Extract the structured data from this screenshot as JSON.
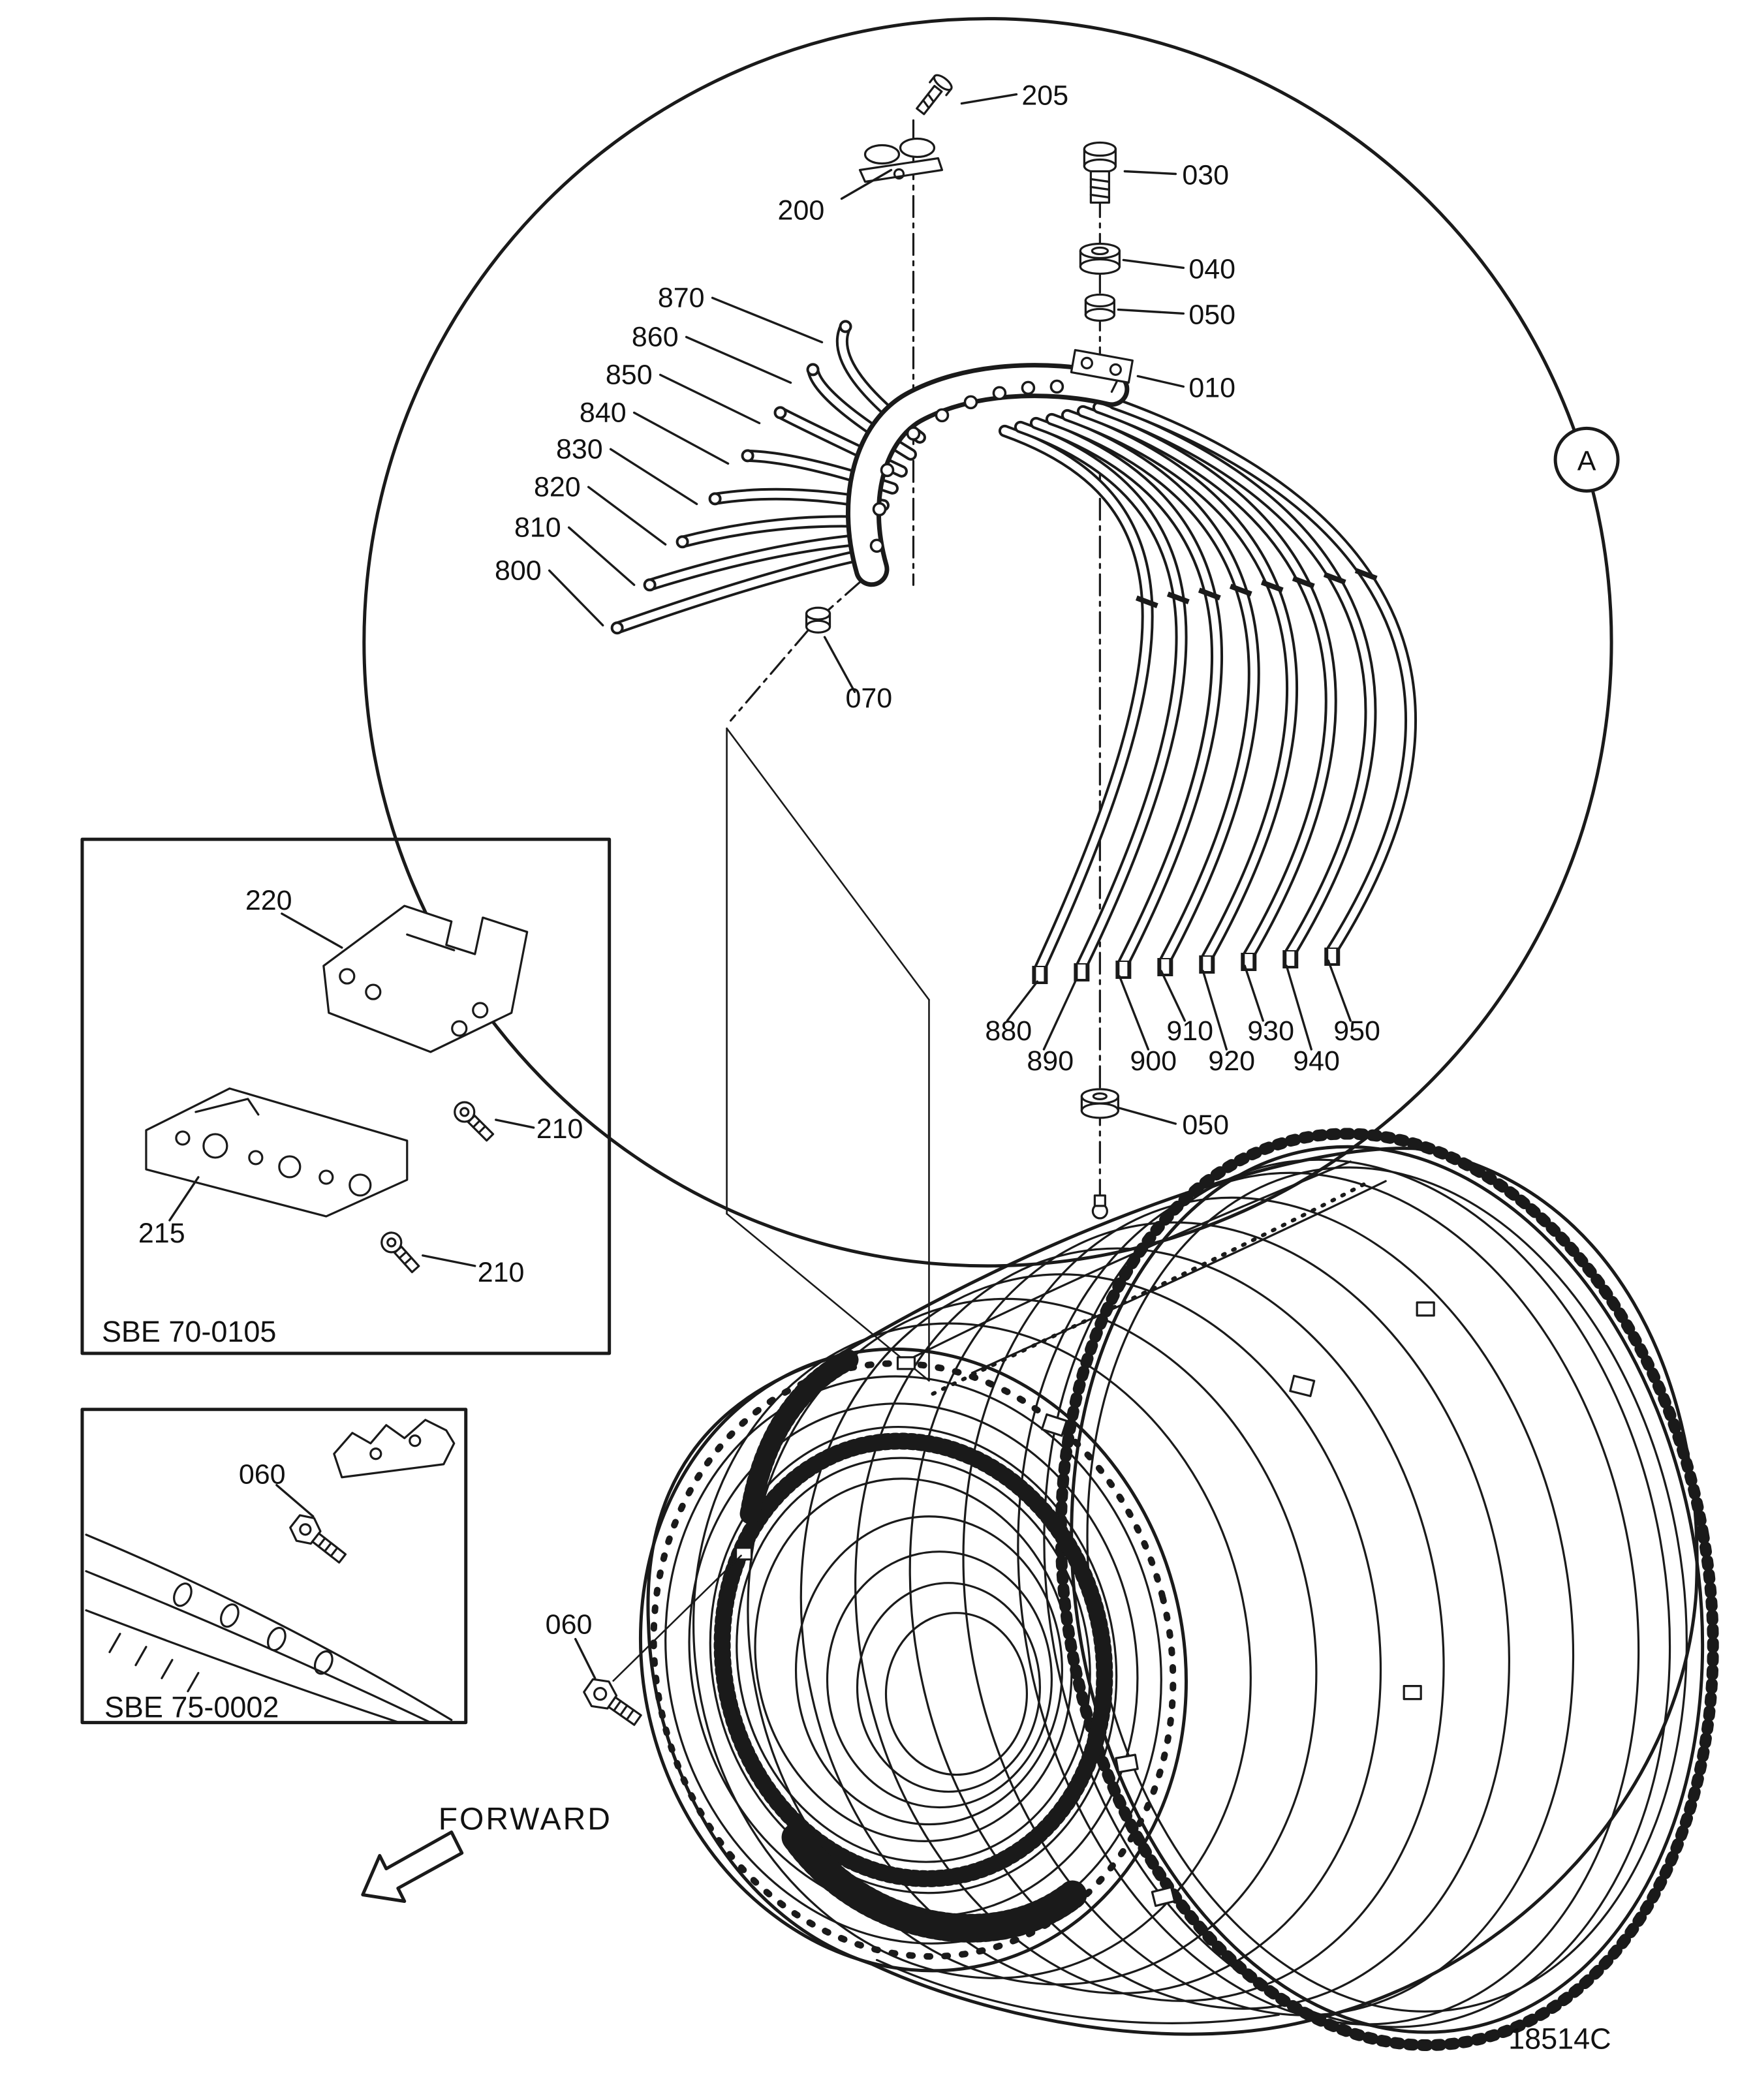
{
  "figure": {
    "drawing_number": "18514C",
    "forward_label": "FORWARD",
    "detail_view": {
      "marker": "A",
      "callouts": {
        "c205": "205",
        "c200": "200",
        "c030": "030",
        "c040": "040",
        "c050_top": "050",
        "c010": "010",
        "c870": "870",
        "c860": "860",
        "c850": "850",
        "c840": "840",
        "c830": "830",
        "c820": "820",
        "c810": "810",
        "c800": "800",
        "c070": "070",
        "c880": "880",
        "c890": "890",
        "c900": "900",
        "c910": "910",
        "c920": "920",
        "c930": "930",
        "c940": "940",
        "c950": "950",
        "c050_bottom": "050"
      }
    },
    "inset_sbe_70_0105": {
      "code": "SBE 70-0105",
      "callouts": {
        "c220": "220",
        "c210_upper": "210",
        "c215": "215",
        "c210_lower": "210"
      }
    },
    "inset_sbe_75_0002": {
      "code": "SBE 75-0002",
      "callouts": {
        "c060": "060"
      }
    },
    "main_view": {
      "callouts": {
        "c060": "060"
      }
    }
  }
}
